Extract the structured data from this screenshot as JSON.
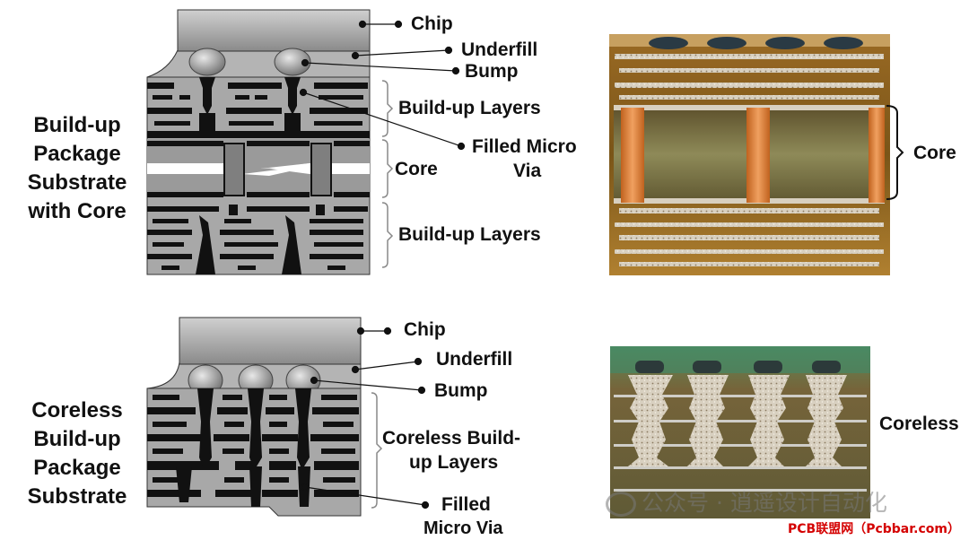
{
  "top": {
    "side_title": [
      "Build-up",
      "Package",
      "Substrate",
      "with Core"
    ],
    "labels": {
      "chip": "Chip",
      "underfill": "Underfill",
      "bump": "Bump",
      "buildup_upper": "Build-up Layers",
      "filled_via_1": "Filled Micro",
      "filled_via_2": "Via",
      "core": "Core",
      "buildup_lower": "Build-up Layers"
    },
    "photo_label": "Core"
  },
  "bottom": {
    "side_title": [
      "Coreless",
      "Build-up",
      "Package",
      "Substrate"
    ],
    "labels": {
      "chip": "Chip",
      "underfill": "Underfill",
      "bump": "Bump",
      "coreless_1": "Coreless Build-",
      "coreless_2": "up Layers",
      "filled_via_1": "Filled",
      "filled_via_2": "Micro Via"
    },
    "photo_label": "Coreless"
  },
  "watermark": "公众号 · 逍遥设计自动化",
  "source": "PCB联盟网（Pcbbar.com）",
  "colors": {
    "chip": "#8c8c8c",
    "layer_gray": "#a8a8a8",
    "dark": "#111111",
    "watermark_red": "#d40000"
  }
}
